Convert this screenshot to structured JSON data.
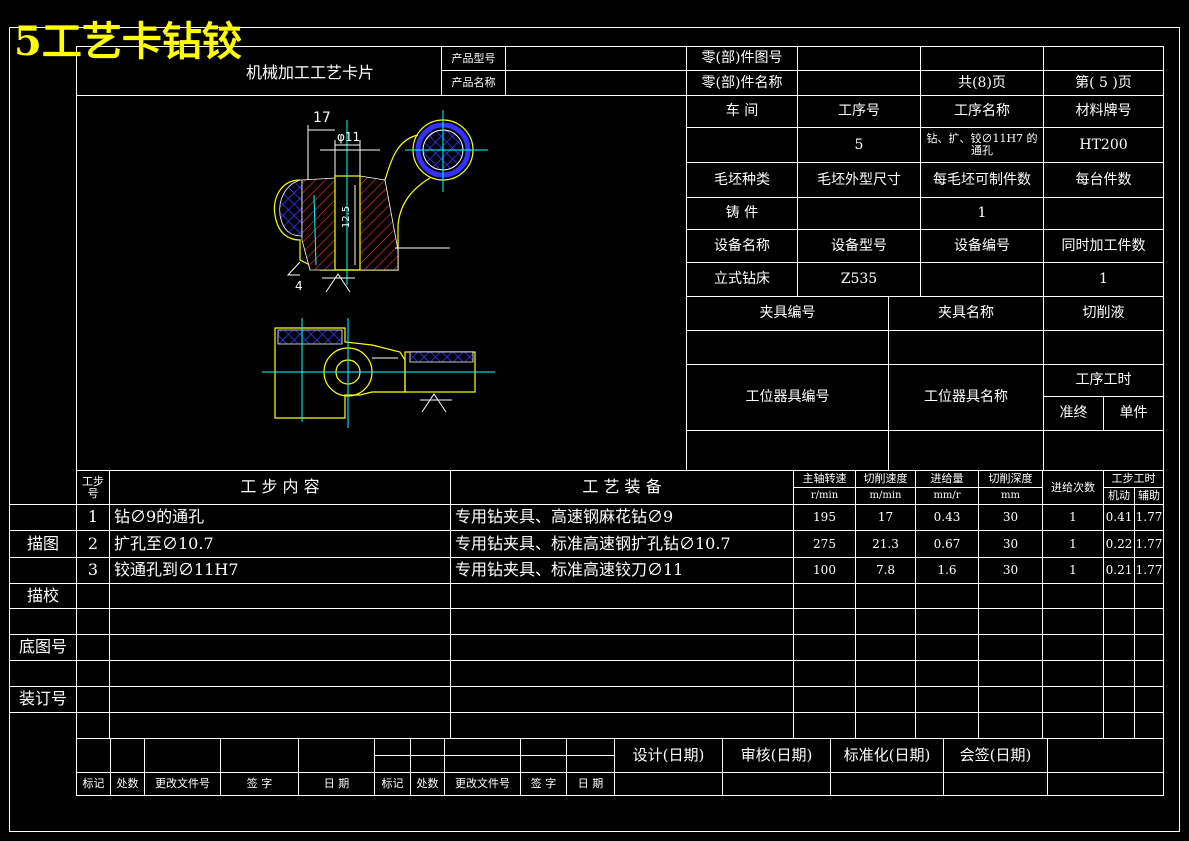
{
  "banner_title": "5工艺卡钻铰",
  "header": {
    "card_title": "机械加工工艺卡片",
    "product_model_label": "产品型号",
    "product_name_label": "产品名称",
    "part_drawing_no_label": "零(部)件图号",
    "part_name_label": "零(部)件名称",
    "total_pages": "共(8)页",
    "page_no": "第( 5 )页"
  },
  "info": {
    "workshop_label": "车  间",
    "op_no_label": "工序号",
    "op_name_label": "工序名称",
    "material_label": "材料牌号",
    "op_no": "5",
    "op_name": "钻、扩、铰∅11H7 的通孔",
    "material": "HT200",
    "blank_type_label": "毛坯种类",
    "blank_size_label": "毛坯外型尺寸",
    "pieces_per_blank_label": "每毛坯可制件数",
    "pieces_per_unit_label": "每台件数",
    "blank_type": "铸  件",
    "pieces_per_blank": "1",
    "equip_name_label": "设备名称",
    "equip_model_label": "设备型号",
    "equip_no_label": "设备编号",
    "simul_label": "同时加工件数",
    "equip_name": "立式钻床",
    "equip_model": "Z535",
    "simul": "1",
    "fixture_no_label": "夹具编号",
    "fixture_name_label": "夹具名称",
    "coolant_label": "切削液",
    "station_no_label": "工位器具编号",
    "station_name_label": "工位器具名称",
    "op_time_label": "工序工时",
    "prep_label": "准终",
    "unit_label": "单件"
  },
  "drawing": {
    "dim_17": "17",
    "dim_11": "φ11",
    "dim_125": "12.5",
    "dim_4": "4"
  },
  "steps_header": {
    "step_no": "工步号",
    "content": "工  步  内  容",
    "equipment": "工  艺  装  备",
    "spindle": "主轴转速",
    "spindle_unit": "r/min",
    "cut_speed": "切削速度",
    "cut_speed_unit": "m/min",
    "feed": "进给量",
    "feed_unit": "mm/r",
    "depth": "切削深度",
    "depth_unit": "mm",
    "passes": "进给次数",
    "step_time": "工步工时",
    "machine": "机动",
    "aux": "辅助"
  },
  "steps": [
    {
      "no": "1",
      "content": "钻∅9的通孔",
      "equipment": "专用钻夹具、高速钢麻花钻∅9",
      "spindle": "195",
      "cut_speed": "17",
      "feed": "0.43",
      "depth": "30",
      "passes": "1",
      "machine": "0.41",
      "aux": "1.77"
    },
    {
      "no": "2",
      "content": "扩孔至∅10.7",
      "equipment": "专用钻夹具、标准高速钢扩孔钻∅10.7",
      "spindle": "275",
      "cut_speed": "21.3",
      "feed": "0.67",
      "depth": "30",
      "passes": "1",
      "machine": "0.22",
      "aux": "1.77"
    },
    {
      "no": "3",
      "content": "铰通孔到∅11H7",
      "equipment": "专用钻夹具、标准高速铰刀∅11",
      "spindle": "100",
      "cut_speed": "7.8",
      "feed": "1.6",
      "depth": "30",
      "passes": "1",
      "machine": "0.21",
      "aux": "1.77"
    }
  ],
  "side_labels": {
    "trace": "描图",
    "trace_check": "描校",
    "base_no": "底图号",
    "binding_no": "装订号"
  },
  "footer": {
    "design": "设计(日期)",
    "review": "审核(日期)",
    "standard": "标准化(日期)",
    "countersign": "会签(日期)",
    "mark": "标记",
    "place": "处数",
    "change_doc": "更改文件号",
    "sign": "签  字",
    "date": "日  期",
    "mark2": "标记",
    "place2": "处数",
    "change_doc2": "更改文件号",
    "sign2": "签 字",
    "date2": "日 期"
  },
  "colors": {
    "line": "#ffffff",
    "yellow": "#ffff00",
    "cyan": "#00ffff",
    "blue": "#3333ff",
    "magenta": "#ff00ff",
    "red": "#ff3333"
  }
}
